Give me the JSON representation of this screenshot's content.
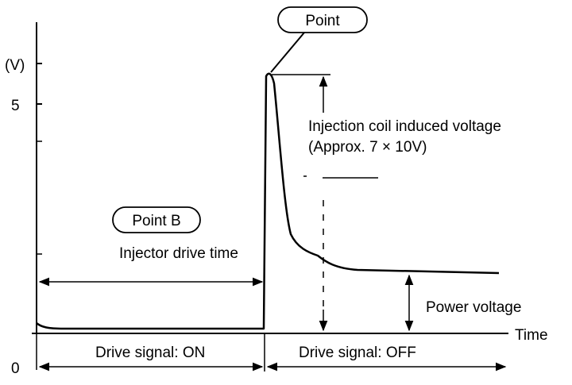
{
  "axes": {
    "y_unit": "(V)",
    "y_tick_5": "5",
    "y_tick_0": "0",
    "x_label": "Time"
  },
  "callouts": {
    "point": "Point",
    "point_b": "Point B"
  },
  "annotations": {
    "induced_voltage_line1": "Injection coil induced voltage",
    "induced_voltage_line2": "(Approx. 7 × 10V)",
    "injector_drive_time": "Injector drive time",
    "power_voltage": "Power voltage"
  },
  "signals": {
    "drive_on": "Drive signal: ON",
    "drive_off": "Drive signal: OFF"
  }
}
